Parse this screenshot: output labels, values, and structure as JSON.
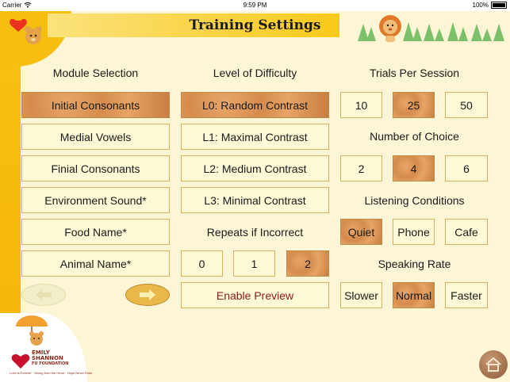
{
  "status": {
    "carrier": "Carrier",
    "time": "9:59 PM",
    "battery": "100%"
  },
  "header": {
    "title": "Training Settings"
  },
  "module_selection": {
    "title": "Module Selection",
    "items": [
      {
        "label": "Initial Consonants",
        "selected": true
      },
      {
        "label": "Medial Vowels",
        "selected": false
      },
      {
        "label": "Finial Consonants",
        "selected": false
      },
      {
        "label": "Environment Sound*",
        "selected": false
      },
      {
        "label": "Food Name*",
        "selected": false
      },
      {
        "label": "Animal Name*",
        "selected": false
      }
    ]
  },
  "difficulty": {
    "title": "Level of Difficulty",
    "items": [
      {
        "label": "L0: Random Contrast",
        "selected": true
      },
      {
        "label": "L1: Maximal Contrast",
        "selected": false
      },
      {
        "label": "L2: Medium Contrast",
        "selected": false
      },
      {
        "label": "L3: Minimal Contrast",
        "selected": false
      }
    ]
  },
  "repeats": {
    "title": "Repeats if Incorrect",
    "options": [
      "0",
      "1",
      "2"
    ],
    "selected": "2"
  },
  "preview": {
    "label": "Enable Preview"
  },
  "trials": {
    "title": "Trials Per Session",
    "options": [
      "10",
      "25",
      "50"
    ],
    "selected": "25"
  },
  "choices": {
    "title": "Number of Choice",
    "options": [
      "2",
      "4",
      "6"
    ],
    "selected": "4"
  },
  "listening": {
    "title": "Listening Conditions",
    "options": [
      "Quiet",
      "Phone",
      "Cafe"
    ],
    "selected": "Quiet"
  },
  "speaking": {
    "title": "Speaking Rate",
    "options": [
      "Slower",
      "Normal",
      "Faster"
    ],
    "selected": "Normal"
  },
  "foundation": {
    "name_line1": "EMILY",
    "name_line2": "SHANNON",
    "name_line3": "FU FOUNDATION",
    "tagline": "Love is Forever · Giving from the Heart · Hope Never Ends"
  },
  "icons": {
    "prev": "left-arrow-icon",
    "next": "right-arrow-icon",
    "home": "home-icon",
    "wifi": "wifi-icon"
  },
  "colors": {
    "accent": "#f6bf10",
    "selected": "#d58b4c",
    "button": "#fdf9d6",
    "preview_text": "#8b1c1c"
  }
}
